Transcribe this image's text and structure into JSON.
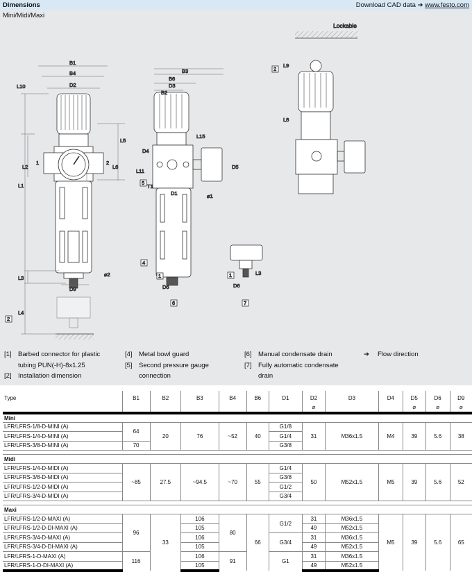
{
  "header": {
    "title": "Dimensions",
    "cad_text": "Download CAD data",
    "arrow": "➔",
    "link": "www.festo.com"
  },
  "subtitle": "Mini/Midi/Maxi",
  "drawing": {
    "lockable": "Lockable",
    "front_dims": [
      "B1",
      "B4",
      "D2",
      "L10",
      "L5",
      "L2",
      "L6",
      "L1",
      "L3",
      "L4",
      "D9",
      "1",
      "2",
      "⌀2"
    ],
    "side_dims": [
      "B3",
      "B6",
      "D3",
      "B2",
      "L15",
      "D4",
      "L11",
      "D5",
      "T1",
      "D1",
      "⌀1",
      "D6"
    ],
    "lock_dims": [
      "L9",
      "L8"
    ],
    "drain_dims": [
      "L3",
      "D6"
    ],
    "callouts": [
      "1",
      "2",
      "4",
      "5",
      "6",
      "7"
    ]
  },
  "legend": [
    {
      "num": "[1]",
      "lines": [
        "Barbed connector for plastic",
        "tubing PUN(-H)-8x1.25"
      ]
    },
    {
      "num": "[2]",
      "lines": [
        "Installation dimension"
      ]
    },
    {
      "num": "[4]",
      "lines": [
        "Metal bowl guard"
      ]
    },
    {
      "num": "[5]",
      "lines": [
        "Second pressure gauge",
        "connection"
      ]
    },
    {
      "num": "[6]",
      "lines": [
        "Manual condensate drain"
      ]
    },
    {
      "num": "[7]",
      "lines": [
        "Fully automatic condensate",
        "drain"
      ]
    },
    {
      "num": "➔",
      "lines": [
        "Flow direction"
      ]
    }
  ],
  "table": {
    "headers": [
      [
        "Type"
      ],
      [
        "B1"
      ],
      [
        "B2"
      ],
      [
        "B3"
      ],
      [
        "B4"
      ],
      [
        "B6"
      ],
      [
        "D1"
      ],
      [
        "D2",
        "⌀"
      ],
      [
        "D3"
      ],
      [
        "D4"
      ],
      [
        "D5",
        "⌀"
      ],
      [
        "D6",
        "⌀"
      ],
      [
        "D9",
        "⌀"
      ]
    ],
    "groups": [
      {
        "name": "Mini",
        "rows": [
          [
            {
              "v": "LFR/LFRS-1/8-D-MINI (A)"
            },
            {
              "v": "64",
              "s": 2
            },
            {
              "v": "20",
              "s": 3
            },
            {
              "v": "76",
              "s": 3
            },
            {
              "v": "~52",
              "s": 3
            },
            {
              "v": "40",
              "s": 3
            },
            {
              "v": "G1/8"
            },
            {
              "v": "31",
              "s": 3
            },
            {
              "v": "M36x1.5",
              "s": 3
            },
            {
              "v": "M4",
              "s": 3
            },
            {
              "v": "39",
              "s": 3
            },
            {
              "v": "5.6",
              "s": 3
            },
            {
              "v": "38",
              "s": 3
            }
          ],
          [
            {
              "v": "LFR/LFRS-1/4-D-MINI (A)"
            },
            {
              "v": "G1/4"
            }
          ],
          [
            {
              "v": "LFR/LFRS-3/8-D-MINI (A)"
            },
            {
              "v": "70"
            },
            {
              "v": "G3/8"
            }
          ]
        ]
      },
      {
        "name": "Midi",
        "rows": [
          [
            {
              "v": "LFR/LFRS-1/4-D-MIDI (A)"
            },
            {
              "v": "~85",
              "s": 4
            },
            {
              "v": "27.5",
              "s": 4
            },
            {
              "v": "~94.5",
              "s": 4
            },
            {
              "v": "~70",
              "s": 4
            },
            {
              "v": "55",
              "s": 4
            },
            {
              "v": "G1/4"
            },
            {
              "v": "50",
              "s": 4
            },
            {
              "v": "M52x1.5",
              "s": 4
            },
            {
              "v": "M5",
              "s": 4
            },
            {
              "v": "39",
              "s": 4
            },
            {
              "v": "5.6",
              "s": 4
            },
            {
              "v": "52",
              "s": 4
            }
          ],
          [
            {
              "v": "LFR/LFRS-3/8-D-MIDI (A)"
            },
            {
              "v": "G3/8"
            }
          ],
          [
            {
              "v": "LFR/LFRS-1/2-D-MIDI (A)"
            },
            {
              "v": "G1/2"
            }
          ],
          [
            {
              "v": "LFR/LFRS-3/4-D-MIDI (A)"
            },
            {
              "v": "G3/4"
            }
          ]
        ]
      },
      {
        "name": "Maxi",
        "rows": [
          [
            {
              "v": "LFR/LFRS-1/2-D-MAXI (A)"
            },
            {
              "v": "96",
              "s": 4
            },
            {
              "v": "33",
              "s": 6
            },
            {
              "v": "106"
            },
            {
              "v": "80",
              "s": 4
            },
            {
              "v": "66",
              "s": 6
            },
            {
              "v": "G1/2",
              "s": 2
            },
            {
              "v": "31"
            },
            {
              "v": "M36x1.5"
            },
            {
              "v": "M5",
              "s": 6
            },
            {
              "v": "39",
              "s": 6
            },
            {
              "v": "5.6",
              "s": 6
            },
            {
              "v": "65",
              "s": 6
            }
          ],
          [
            {
              "v": "LFR/LFRS-1/2-D-DI-MAXI (A)"
            },
            {
              "v": "105"
            },
            {
              "v": "49"
            },
            {
              "v": "M52x1.5"
            }
          ],
          [
            {
              "v": "LFR/LFRS-3/4-D-MAXI (A)"
            },
            {
              "v": "106"
            },
            {
              "v": "G3/4",
              "s": 2
            },
            {
              "v": "31"
            },
            {
              "v": "M36x1.5"
            }
          ],
          [
            {
              "v": "LFR/LFRS-3/4-D-DI-MAXI (A)"
            },
            {
              "v": "105"
            },
            {
              "v": "49"
            },
            {
              "v": "M52x1.5"
            }
          ],
          [
            {
              "v": "LFR/LFRS-1-D-MAXI (A)"
            },
            {
              "v": "116",
              "s": 2
            },
            {
              "v": "106"
            },
            {
              "v": "91",
              "s": 2
            },
            {
              "v": "G1",
              "s": 2
            },
            {
              "v": "31"
            },
            {
              "v": "M36x1.5"
            }
          ],
          [
            {
              "v": "LFR/LFRS-1-D-DI-MAXI (A)"
            },
            {
              "v": "105"
            },
            {
              "v": "49"
            },
            {
              "v": "M52x1.5"
            }
          ]
        ]
      }
    ]
  }
}
